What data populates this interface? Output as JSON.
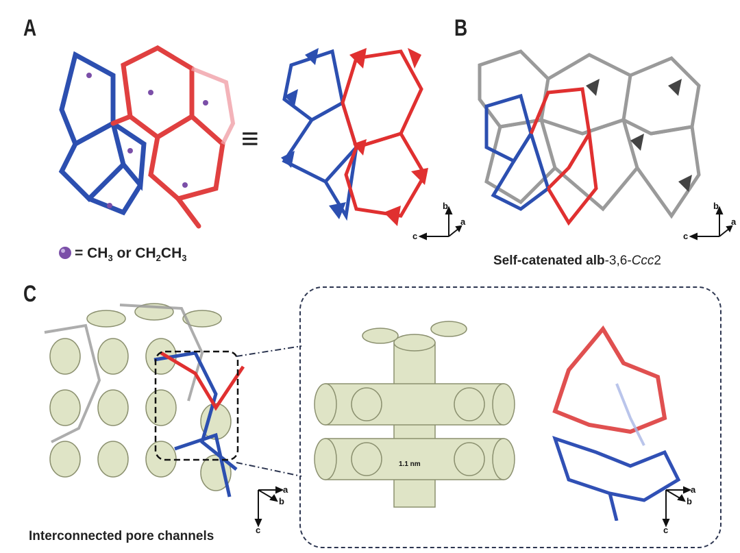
{
  "panels": {
    "a": {
      "letter": "A",
      "equiv_symbol": "≡"
    },
    "b": {
      "letter": "B"
    },
    "c": {
      "letter": "C"
    }
  },
  "legend": {
    "equals_text": "= CH",
    "sub1": "3",
    "or_text": " or CH",
    "sub2": "2",
    "ch_text": "CH",
    "sub3": "3",
    "marker_color": "#7b4fa8"
  },
  "captions": {
    "b_bold": "Self-catenated alb",
    "b_suffix": "-3,6-",
    "b_space_group": "Ccc",
    "b_number": "2",
    "c": "Interconnected pore channels"
  },
  "scale_bar": {
    "label": "1.1 nm"
  },
  "axes": {
    "a_panel": {
      "b": "b",
      "a": "a",
      "c": "c"
    },
    "b_panel": {
      "b": "b",
      "a": "a",
      "c": "c"
    },
    "c_left": {
      "a": "a",
      "b": "b",
      "c": "c"
    },
    "c_right": {
      "a": "a",
      "b": "b",
      "c": "c"
    }
  },
  "colors": {
    "net_blue": "#2c4fb0",
    "net_red": "#e0303a",
    "net_gray": "#9a9a9a",
    "pore": "#dfe4c6",
    "inset_border": "#2c3550"
  }
}
